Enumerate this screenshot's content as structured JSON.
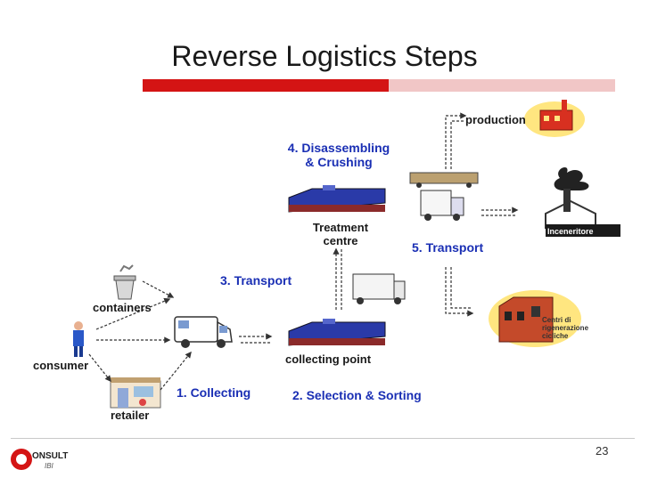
{
  "title": "Reverse Logistics Steps",
  "colors": {
    "accent": "#d41414",
    "step_text": "#1a2fb4",
    "building_roof": "#2233aa",
    "building_base": "#8b2a2a"
  },
  "nodes": {
    "consumer": "consumer",
    "containers": "containers",
    "retailer": "retailer",
    "collecting_point": "collecting point",
    "treatment_centre": "Treatment centre",
    "production": "production",
    "incineritore": "Inceneritore",
    "centri": "Centri di rigenerazione cicliche"
  },
  "steps": {
    "collecting": "1. Collecting",
    "selection": "2. Selection & Sorting",
    "transport3": "3. Transport",
    "disassembling_line1": "4. Disassembling",
    "disassembling_line2": "& Crushing",
    "transport5": "5. Transport"
  },
  "logo": {
    "text": "ONSULT",
    "sub": "IBI"
  },
  "page_number": "23"
}
